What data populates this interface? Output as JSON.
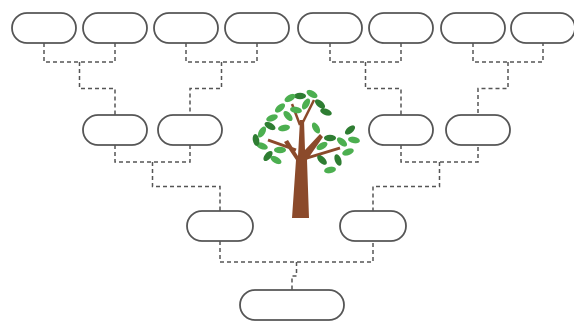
{
  "diagram": {
    "type": "family-tree-template",
    "generations": [
      {
        "level": 1,
        "box_count": 1,
        "labels": [
          ""
        ]
      },
      {
        "level": 2,
        "box_count": 2,
        "labels": [
          "",
          ""
        ]
      },
      {
        "level": 3,
        "box_count": 4,
        "labels": [
          "",
          "",
          "",
          ""
        ]
      },
      {
        "level": 4,
        "box_count": 8,
        "labels": [
          "",
          "",
          "",
          "",
          "",
          "",
          "",
          ""
        ]
      }
    ],
    "center_image": "tree-illustration-icon",
    "connector_style": "dashed",
    "colors": {
      "box_stroke": "#555555",
      "box_fill": "#ffffff",
      "connector": "#555555",
      "trunk": "#8b4a2b",
      "leaf": "#4caf50",
      "leaf_dark": "#2e7d32"
    }
  }
}
